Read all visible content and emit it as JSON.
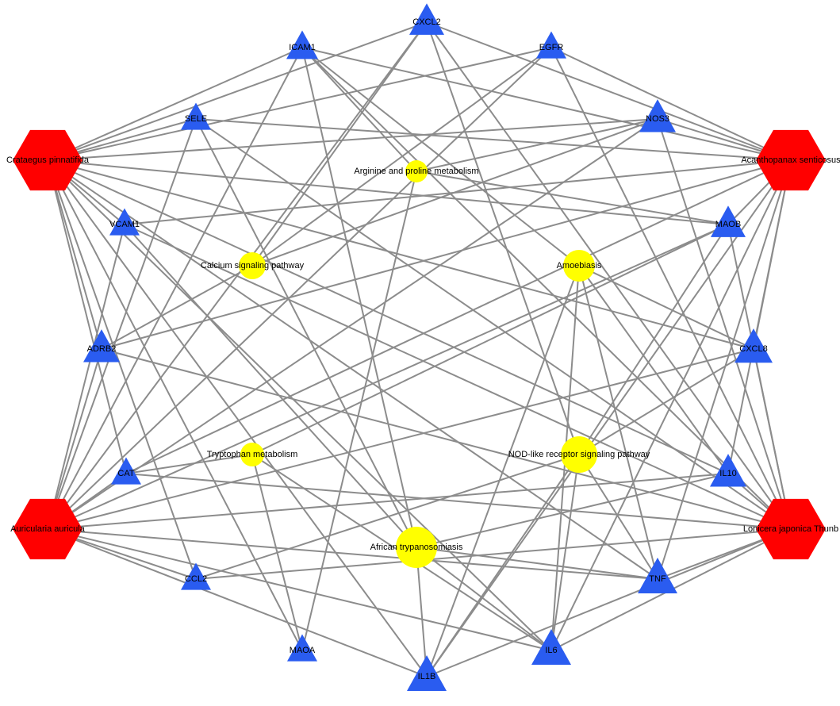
{
  "colors": {
    "herb": "#ff0000",
    "target": "#2a5cf0",
    "pathway": "#ffff00",
    "edge": "#8c8c8c",
    "label": "#000000"
  },
  "node_types": {
    "herb": "red-hexagon",
    "target": "blue-triangle",
    "pathway": "yellow-circle"
  },
  "nodes": [
    {
      "id": "crataegus",
      "label": "Crataegus pinnatifida",
      "type": "herb"
    },
    {
      "id": "acanthopanax",
      "label": "Acanthopanax senticosus",
      "type": "herb"
    },
    {
      "id": "auricularia",
      "label": "Auricularia auricula",
      "type": "herb"
    },
    {
      "id": "lonicera",
      "label": "Lonicera japonica Thunb",
      "type": "herb"
    },
    {
      "id": "CXCL2",
      "label": "CXCL2",
      "type": "target"
    },
    {
      "id": "ICAM1",
      "label": "ICAM1",
      "type": "target"
    },
    {
      "id": "EGFR",
      "label": "EGFR",
      "type": "target"
    },
    {
      "id": "SELE",
      "label": "SELE",
      "type": "target"
    },
    {
      "id": "NOS3",
      "label": "NOS3",
      "type": "target"
    },
    {
      "id": "VCAM1",
      "label": "VCAM1",
      "type": "target"
    },
    {
      "id": "MAOB",
      "label": "MAOB",
      "type": "target"
    },
    {
      "id": "ADRB2",
      "label": "ADRB2",
      "type": "target"
    },
    {
      "id": "CXCL8",
      "label": "CXCL8",
      "type": "target"
    },
    {
      "id": "CAT",
      "label": "CAT",
      "type": "target"
    },
    {
      "id": "IL10",
      "label": "IL10",
      "type": "target"
    },
    {
      "id": "CCL2",
      "label": "CCL2",
      "type": "target"
    },
    {
      "id": "TNF",
      "label": "TNF",
      "type": "target"
    },
    {
      "id": "MAOA",
      "label": "MAOA",
      "type": "target"
    },
    {
      "id": "IL6",
      "label": "IL6",
      "type": "target"
    },
    {
      "id": "IL1B",
      "label": "IL1B",
      "type": "target"
    },
    {
      "id": "arginine",
      "label": "Arginine and proline metabolism",
      "type": "pathway"
    },
    {
      "id": "calcium",
      "label": "Calcium signaling pathway",
      "type": "pathway"
    },
    {
      "id": "amoebiasis",
      "label": "Amoebiasis",
      "type": "pathway"
    },
    {
      "id": "tryptophan",
      "label": "Tryptophan metabolism",
      "type": "pathway"
    },
    {
      "id": "nod",
      "label": "NOD-like receptor signaling pathway",
      "type": "pathway"
    },
    {
      "id": "african",
      "label": "African trypanosomiasis",
      "type": "pathway"
    }
  ],
  "edges": [
    [
      "crataegus",
      "CXCL2"
    ],
    [
      "crataegus",
      "ICAM1"
    ],
    [
      "crataegus",
      "EGFR"
    ],
    [
      "crataegus",
      "SELE"
    ],
    [
      "crataegus",
      "NOS3"
    ],
    [
      "crataegus",
      "VCAM1"
    ],
    [
      "crataegus",
      "MAOB"
    ],
    [
      "crataegus",
      "ADRB2"
    ],
    [
      "crataegus",
      "CXCL8"
    ],
    [
      "crataegus",
      "CAT"
    ],
    [
      "crataegus",
      "IL10"
    ],
    [
      "crataegus",
      "TNF"
    ],
    [
      "crataegus",
      "IL6"
    ],
    [
      "crataegus",
      "IL1B"
    ],
    [
      "crataegus",
      "CCL2"
    ],
    [
      "crataegus",
      "MAOA"
    ],
    [
      "acanthopanax",
      "ICAM1"
    ],
    [
      "acanthopanax",
      "SELE"
    ],
    [
      "acanthopanax",
      "NOS3"
    ],
    [
      "acanthopanax",
      "EGFR"
    ],
    [
      "acanthopanax",
      "MAOB"
    ],
    [
      "acanthopanax",
      "CXCL8"
    ],
    [
      "acanthopanax",
      "ADRB2"
    ],
    [
      "acanthopanax",
      "CAT"
    ],
    [
      "acanthopanax",
      "IL10"
    ],
    [
      "acanthopanax",
      "TNF"
    ],
    [
      "acanthopanax",
      "IL6"
    ],
    [
      "acanthopanax",
      "IL1B"
    ],
    [
      "acanthopanax",
      "CXCL2"
    ],
    [
      "acanthopanax",
      "VCAM1"
    ],
    [
      "auricularia",
      "ADRB2"
    ],
    [
      "auricularia",
      "CAT"
    ],
    [
      "auricularia",
      "CCL2"
    ],
    [
      "auricularia",
      "SELE"
    ],
    [
      "auricularia",
      "ICAM1"
    ],
    [
      "auricularia",
      "CXCL2"
    ],
    [
      "auricularia",
      "EGFR"
    ],
    [
      "auricularia",
      "NOS3"
    ],
    [
      "auricularia",
      "MAOB"
    ],
    [
      "auricularia",
      "CXCL8"
    ],
    [
      "auricularia",
      "IL10"
    ],
    [
      "auricularia",
      "TNF"
    ],
    [
      "auricularia",
      "IL6"
    ],
    [
      "auricularia",
      "IL1B"
    ],
    [
      "auricularia",
      "VCAM1"
    ],
    [
      "lonicera",
      "CXCL8"
    ],
    [
      "lonicera",
      "IL10"
    ],
    [
      "lonicera",
      "TNF"
    ],
    [
      "lonicera",
      "IL6"
    ],
    [
      "lonicera",
      "IL1B"
    ],
    [
      "lonicera",
      "MAOB"
    ],
    [
      "lonicera",
      "SELE"
    ],
    [
      "lonicera",
      "VCAM1"
    ],
    [
      "lonicera",
      "EGFR"
    ],
    [
      "lonicera",
      "CCL2"
    ],
    [
      "lonicera",
      "ADRB2"
    ],
    [
      "lonicera",
      "ICAM1"
    ],
    [
      "lonicera",
      "CXCL2"
    ],
    [
      "lonicera",
      "NOS3"
    ],
    [
      "lonicera",
      "CAT"
    ],
    [
      "arginine",
      "NOS3"
    ],
    [
      "arginine",
      "MAOB"
    ],
    [
      "arginine",
      "MAOA"
    ],
    [
      "arginine",
      "ICAM1"
    ],
    [
      "calcium",
      "EGFR"
    ],
    [
      "calcium",
      "NOS3"
    ],
    [
      "calcium",
      "ADRB2"
    ],
    [
      "calcium",
      "CXCL2"
    ],
    [
      "amoebiasis",
      "TNF"
    ],
    [
      "amoebiasis",
      "IL6"
    ],
    [
      "amoebiasis",
      "IL1B"
    ],
    [
      "amoebiasis",
      "CXCL8"
    ],
    [
      "amoebiasis",
      "IL10"
    ],
    [
      "amoebiasis",
      "ICAM1"
    ],
    [
      "tryptophan",
      "MAOA"
    ],
    [
      "tryptophan",
      "MAOB"
    ],
    [
      "tryptophan",
      "CAT"
    ],
    [
      "tryptophan",
      "IL6"
    ],
    [
      "nod",
      "CXCL2"
    ],
    [
      "nod",
      "CXCL8"
    ],
    [
      "nod",
      "TNF"
    ],
    [
      "nod",
      "IL6"
    ],
    [
      "nod",
      "IL1B"
    ],
    [
      "nod",
      "CCL2"
    ],
    [
      "nod",
      "MAOB"
    ],
    [
      "african",
      "ICAM1"
    ],
    [
      "african",
      "VCAM1"
    ],
    [
      "african",
      "TNF"
    ],
    [
      "african",
      "IL10"
    ],
    [
      "african",
      "IL6"
    ],
    [
      "african",
      "IL1B"
    ],
    [
      "african",
      "SELE"
    ]
  ]
}
